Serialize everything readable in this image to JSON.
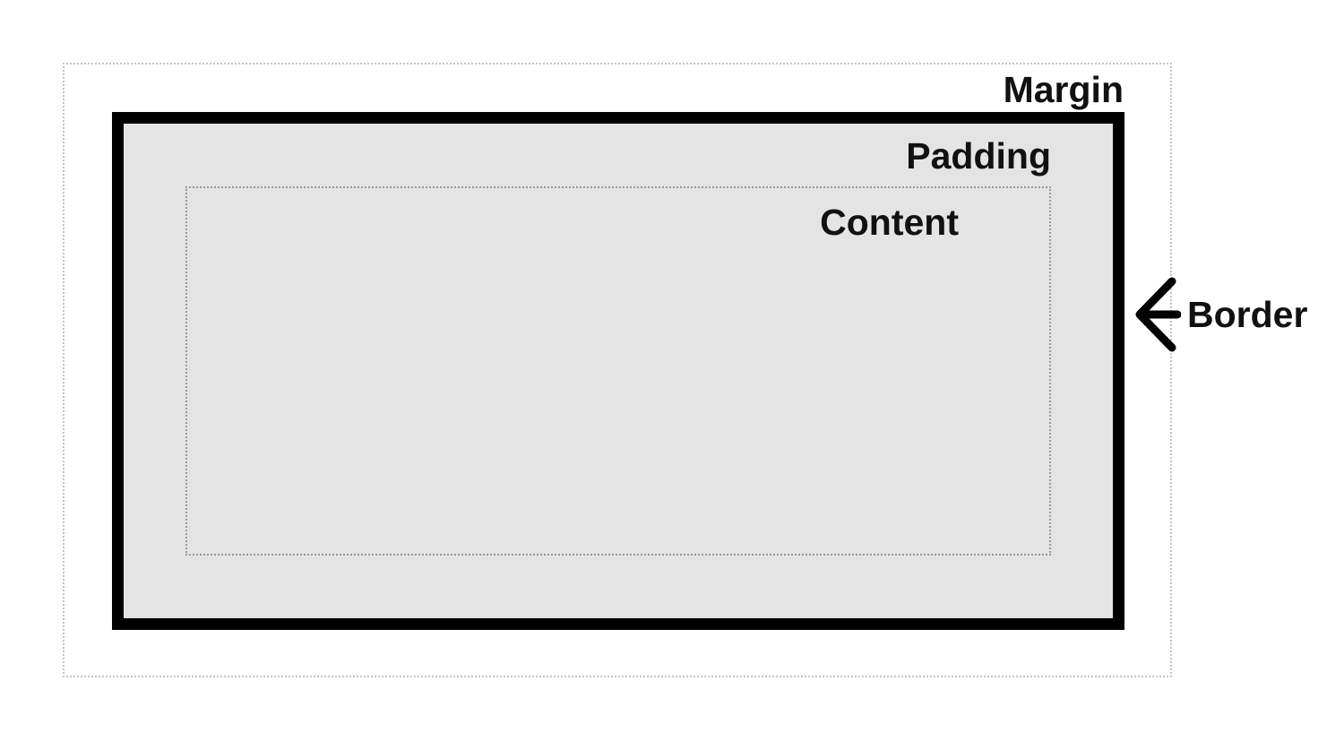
{
  "labels": {
    "margin": "Margin",
    "padding": "Padding",
    "content": "Content",
    "border": "Border"
  },
  "icons": {
    "border_pointer": "arrow-left-icon"
  },
  "colors": {
    "border": "#000000",
    "padding_fill": "#e4e4e4",
    "margin_outline": "#c4c4c4",
    "content_outline": "#9a9a9a",
    "text": "#111111"
  }
}
